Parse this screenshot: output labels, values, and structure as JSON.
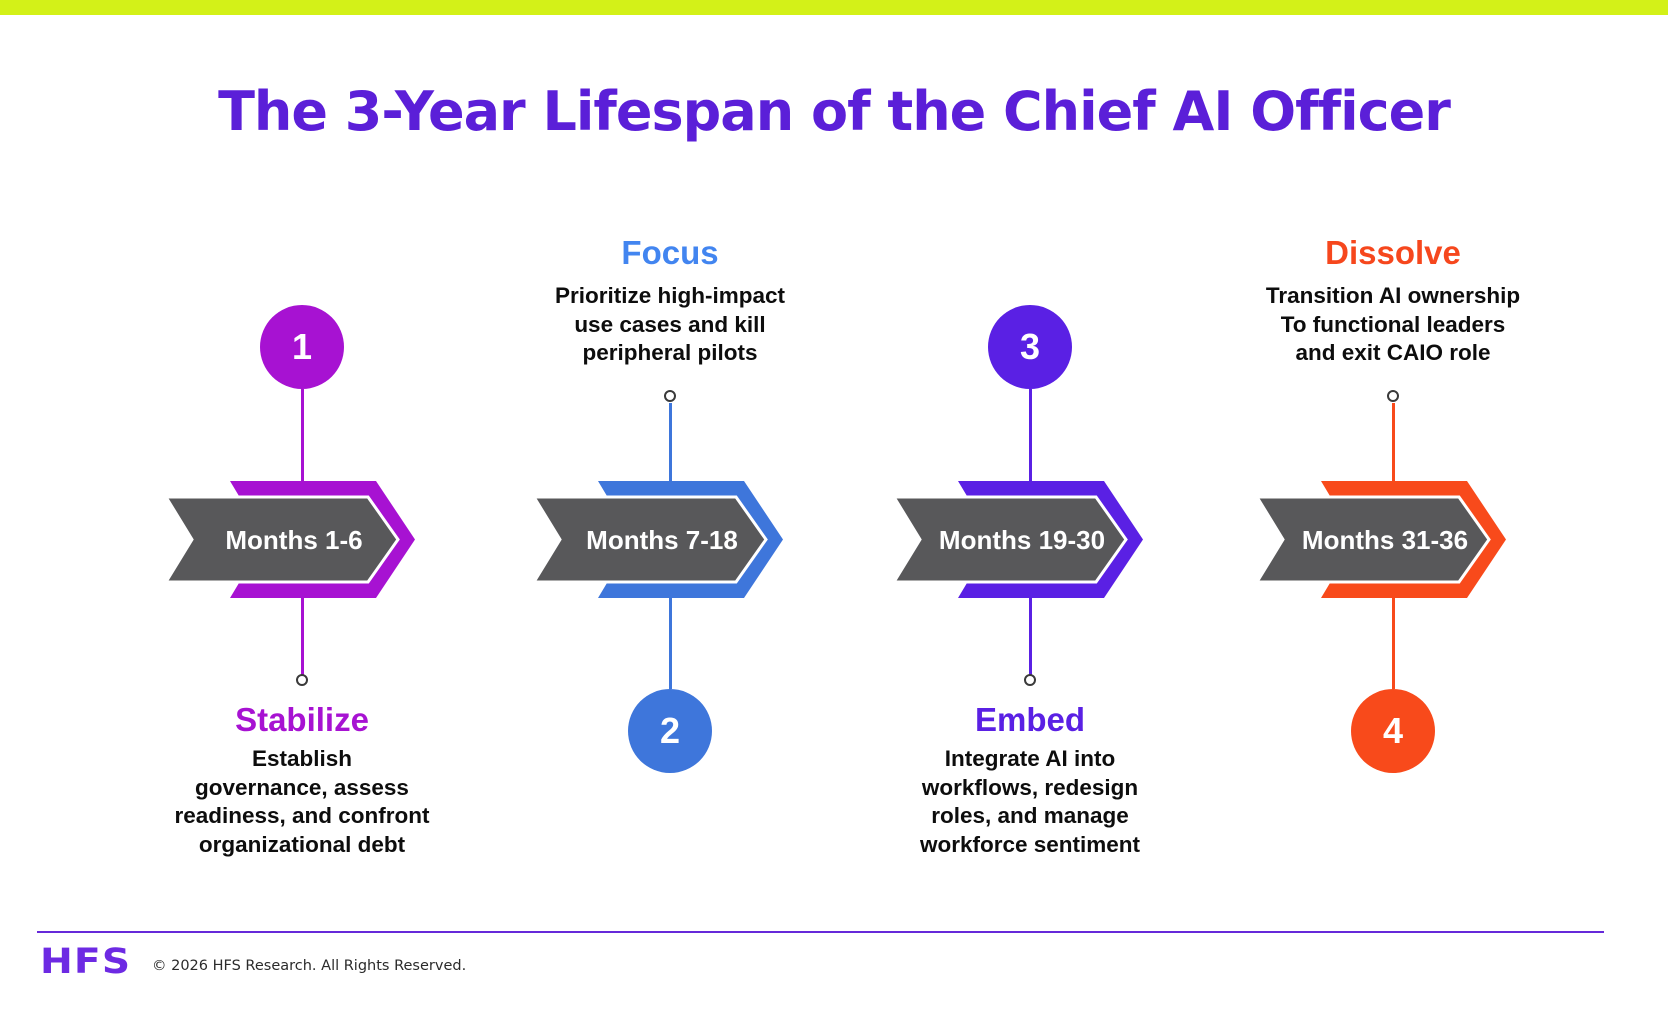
{
  "top_bar_color": "#d3f118",
  "title": "The 3-Year Lifespan of the Chief AI Officer",
  "title_color": "#5b1fd8",
  "arrow_gray_color": "#58585a",
  "phases": [
    {
      "number": "1",
      "name": "Stabilize",
      "months": "Months 1-6",
      "description": "Establish\ngovernance, assess\nreadiness, and confront\norganizational debt",
      "color": "#a712d2",
      "heading_color": "#a712d2"
    },
    {
      "number": "2",
      "name": "Focus",
      "months": "Months 7-18",
      "description": "Prioritize high-impact\nuse cases and kill\nperipheral pilots",
      "color": "#3e76db",
      "heading_color": "#4285f0"
    },
    {
      "number": "3",
      "name": "Embed",
      "months": "Months 19-30",
      "description": "Integrate AI into\nworkflows, redesign\nroles, and manage\nworkforce sentiment",
      "color": "#5a20e4",
      "heading_color": "#5a20e4"
    },
    {
      "number": "4",
      "name": "Dissolve",
      "months": "Months 31-36",
      "description": "Transition AI ownership\nTo functional leaders\nand exit CAIO role",
      "color": "#f84a1b",
      "heading_color": "#f6471d"
    }
  ],
  "footer": {
    "logo_text": "HFS",
    "logo_color": "#6d2ae3",
    "line_color": "#6629d9",
    "copyright": "© 2026 HFS Research. All Rights Reserved."
  }
}
